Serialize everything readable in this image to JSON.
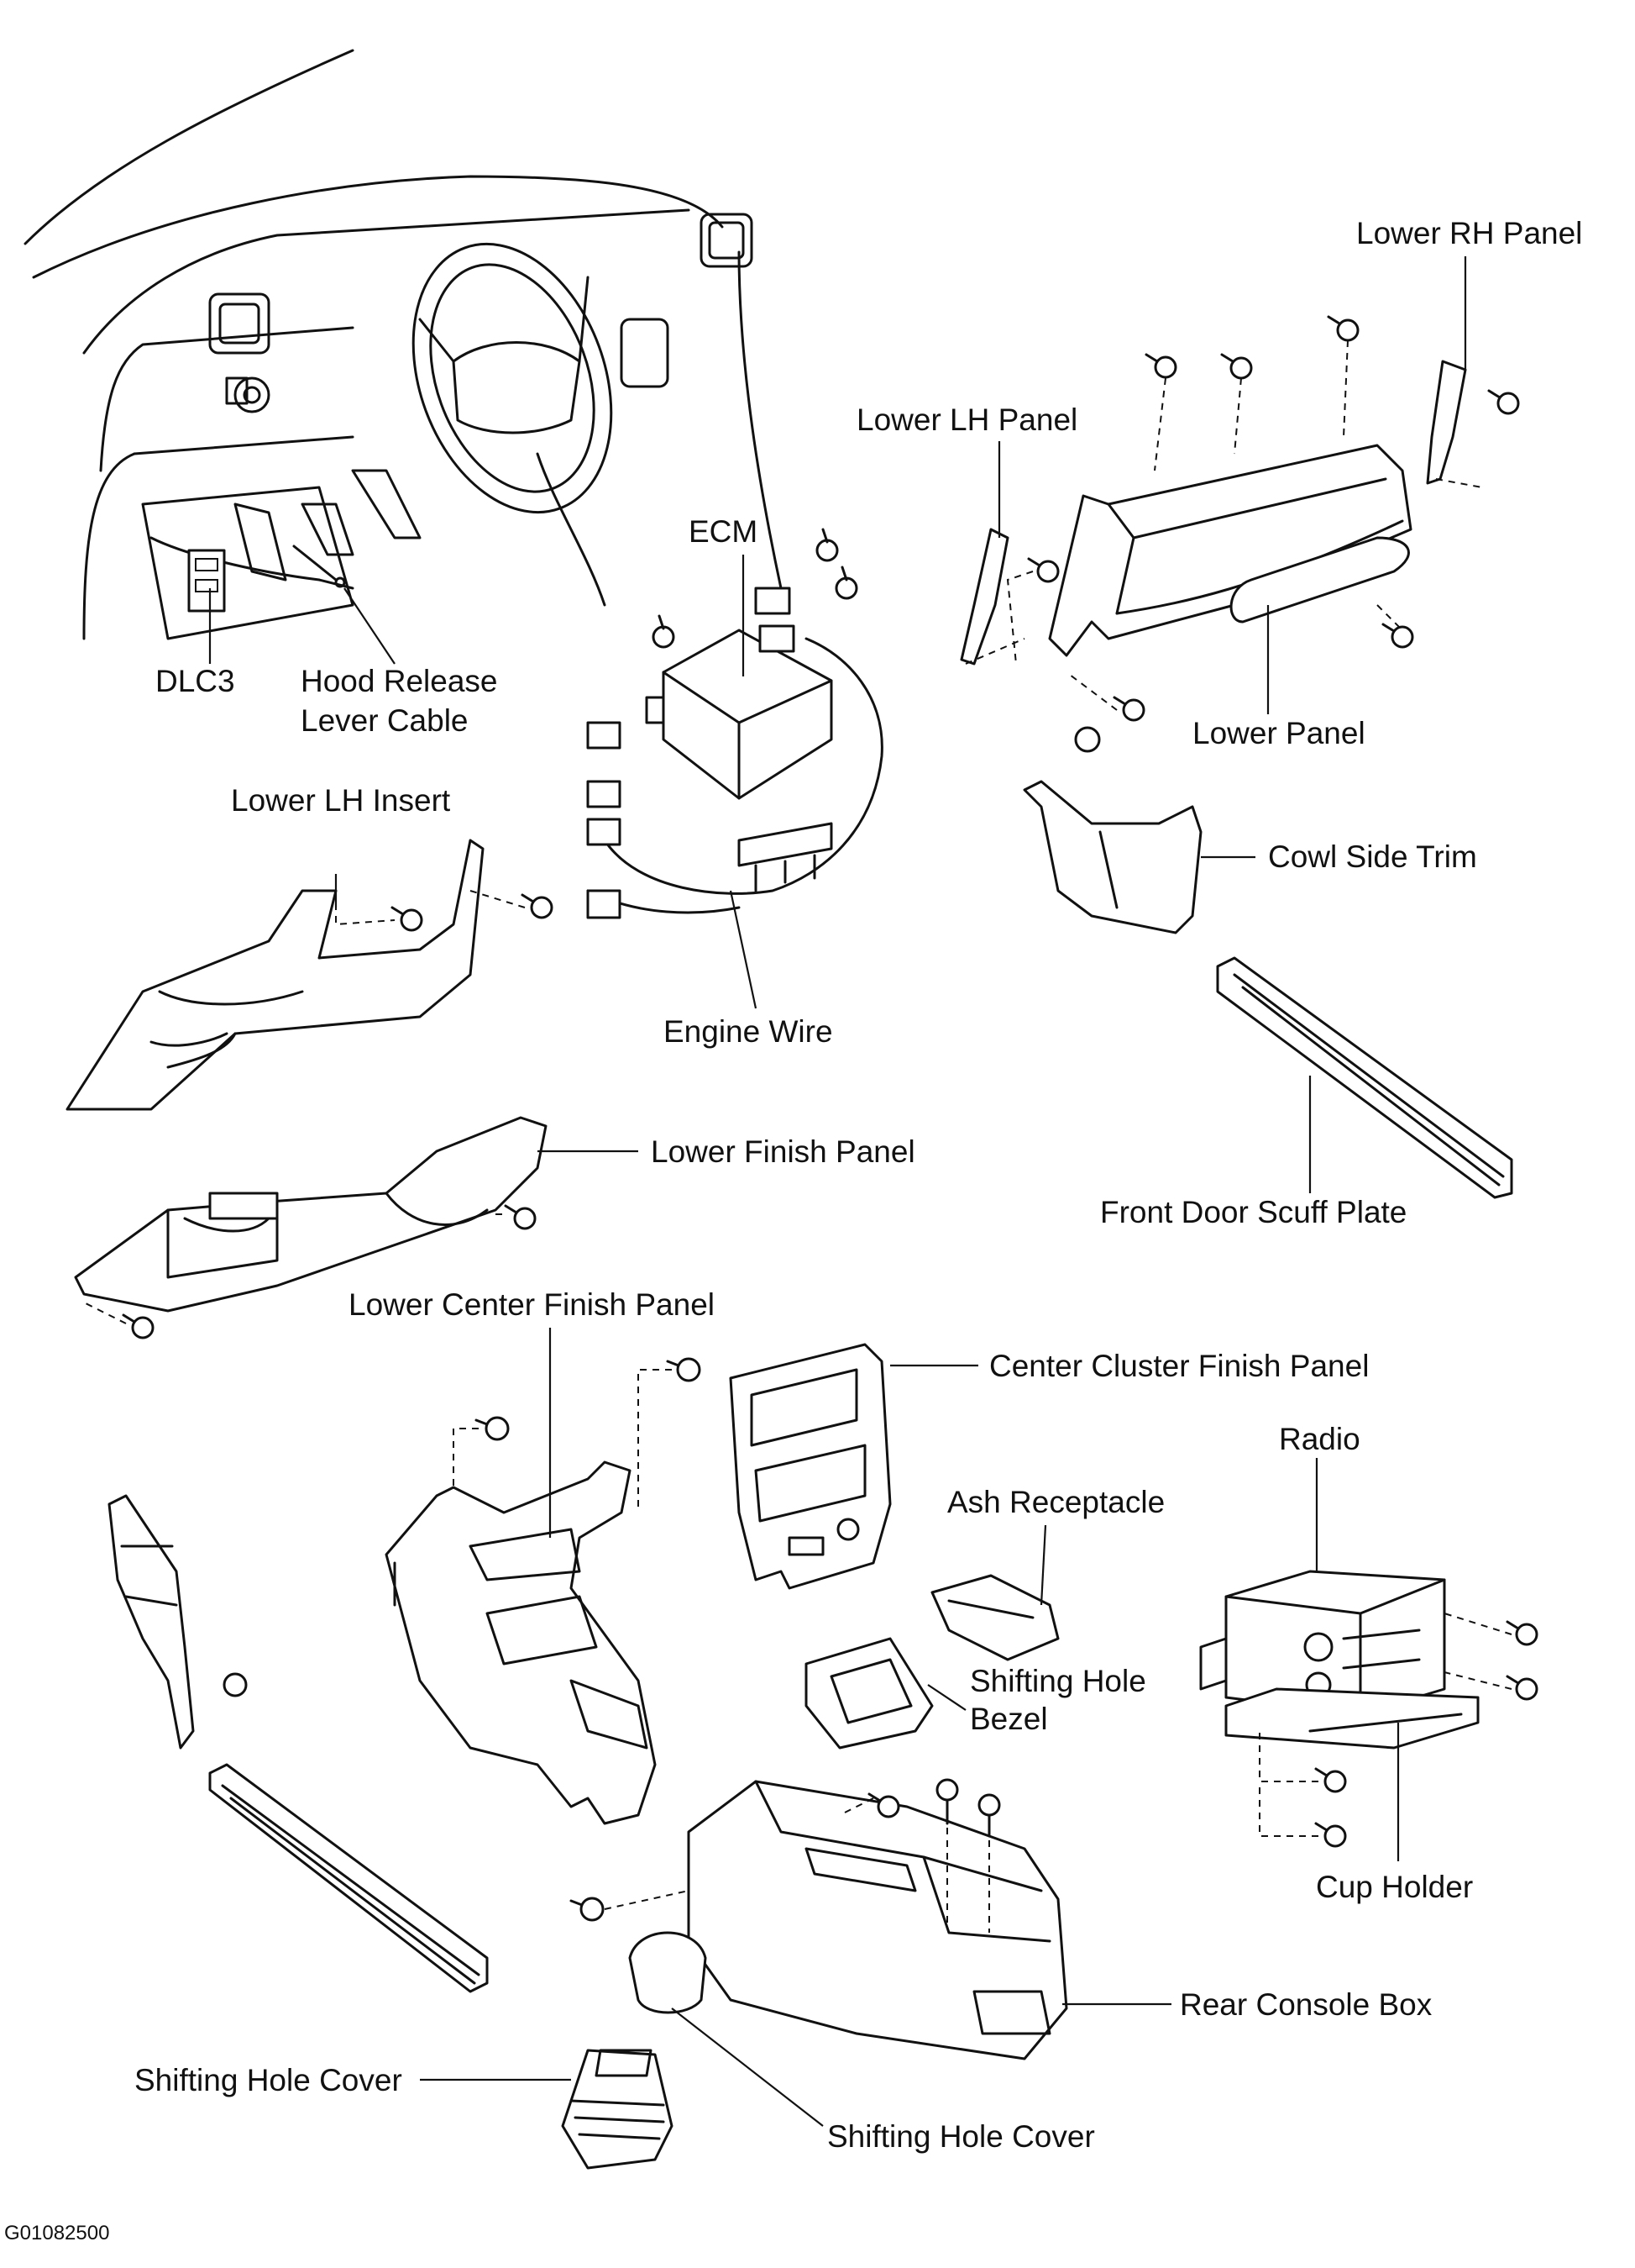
{
  "labels": {
    "lower_rh_panel": "Lower RH Panel",
    "lower_lh_panel": "Lower LH Panel",
    "ecm": "ECM",
    "dlc3": "DLC3",
    "hood_release_1": "Hood Release",
    "hood_release_2": "Lever Cable",
    "lower_panel": "Lower Panel",
    "lower_lh_insert": "Lower LH Insert",
    "cowl_side_trim": "Cowl Side Trim",
    "engine_wire": "Engine Wire",
    "lower_finish_panel": "Lower Finish Panel",
    "front_door_scuff_plate": "Front Door Scuff Plate",
    "lower_center_finish_panel": "Lower Center Finish Panel",
    "center_cluster_finish_panel": "Center Cluster Finish Panel",
    "radio": "Radio",
    "ash_receptacle": "Ash Receptacle",
    "shifting_hole_bezel_1": "Shifting Hole",
    "shifting_hole_bezel_2": "Bezel",
    "cup_holder": "Cup Holder",
    "rear_console_box": "Rear Console Box",
    "shifting_hole_cover_left": "Shifting Hole Cover",
    "shifting_hole_cover_right": "Shifting Hole Cover",
    "figure_code": "G01082500"
  },
  "colors": {
    "ink": "#111111",
    "paper": "#ffffff"
  }
}
